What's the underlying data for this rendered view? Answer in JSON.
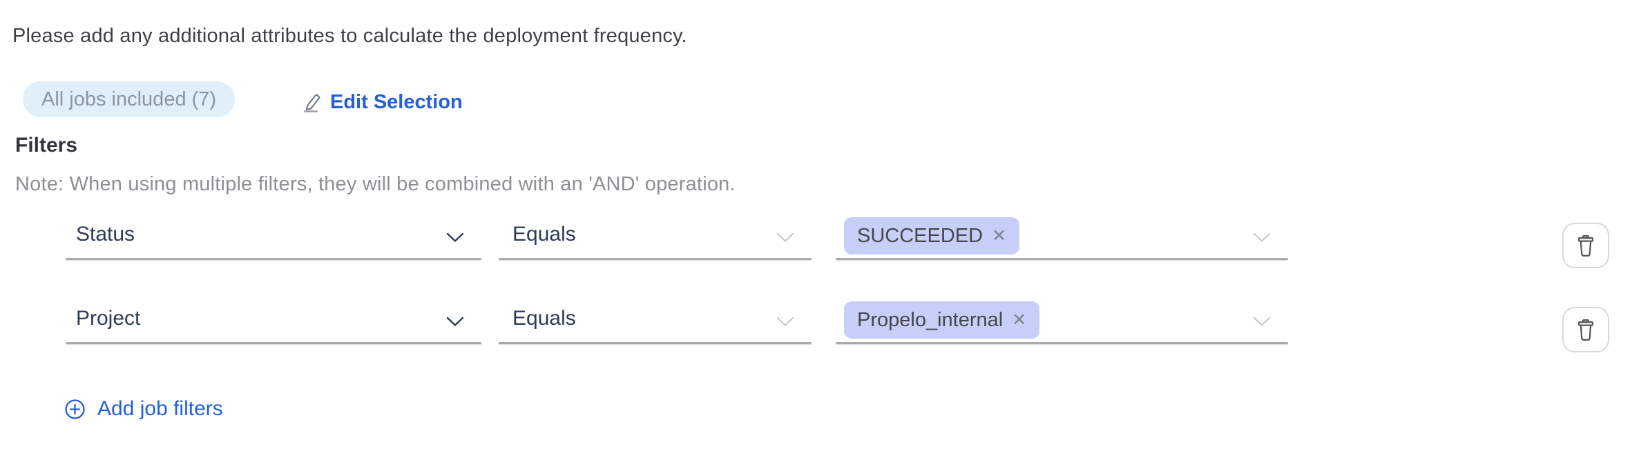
{
  "intro": "Please add any additional attributes to calculate the deployment frequency.",
  "jobs_badge": {
    "label": "All jobs included (7)"
  },
  "edit_selection": {
    "label": "Edit Selection"
  },
  "filters": {
    "heading": "Filters",
    "note": "Note: When using multiple filters, they will be combined with an 'AND' operation.",
    "rows": [
      {
        "attribute": "Status",
        "operator": "Equals",
        "values": [
          {
            "label": "SUCCEEDED"
          }
        ]
      },
      {
        "attribute": "Project",
        "operator": "Equals",
        "values": [
          {
            "label": "Propelo_internal"
          }
        ]
      }
    ],
    "add_label": "Add job filters"
  },
  "icons": {
    "remove_value": "✕",
    "edit": "pencil-icon",
    "add": "plus-circle-icon",
    "delete": "trash-icon",
    "dropdown": "chevron-down-icon"
  },
  "colors": {
    "link_blue": "#2160d9",
    "badge_bg": "#dff0fb",
    "badge_text": "#8b95a1",
    "tag_bg": "#c7cef7",
    "tag_text": "#45464e",
    "field_text": "#2c3b59",
    "muted_text": "#8e8f94",
    "underline": "#a9aaae",
    "heading_text": "#33343b"
  }
}
